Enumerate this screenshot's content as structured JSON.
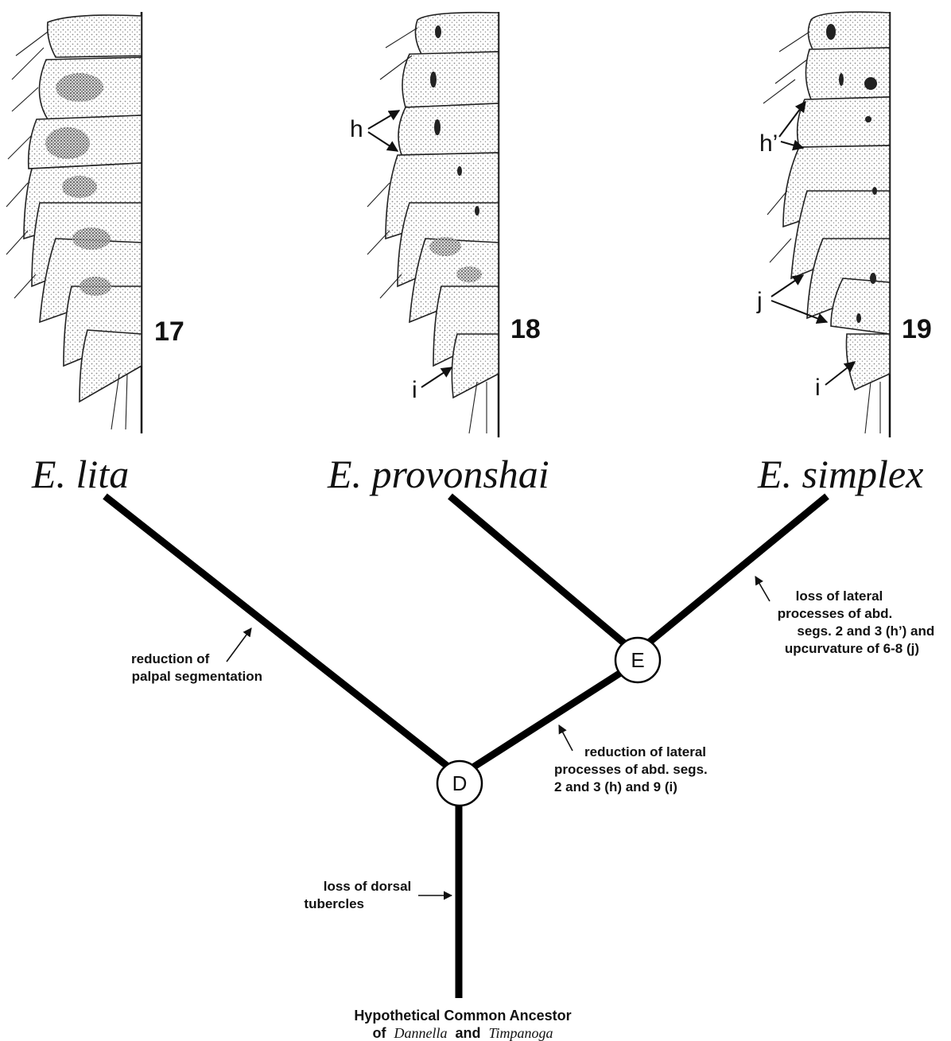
{
  "figures": [
    {
      "number": "17",
      "species": "E. lita"
    },
    {
      "number": "18",
      "species": "E. provonshai"
    },
    {
      "number": "19",
      "species": "E. simplex"
    }
  ],
  "structure_labels": {
    "h": "h",
    "h_prime": "h’",
    "i": "i",
    "j": "j"
  },
  "nodes": {
    "D": "D",
    "E": "E"
  },
  "annotations": {
    "lita_branch": [
      "reduction of",
      "palpal segmentation"
    ],
    "D_to_E": [
      "reduction of lateral",
      "processes of abd. segs.",
      "2 and 3 (h) and 9 (i)"
    ],
    "simplex_branch": [
      "loss of lateral",
      "processes of abd.",
      "segs. 2 and 3 (h’) and",
      "upcurvature of 6-8 (j)"
    ],
    "root_branch": [
      "loss of dorsal",
      "tubercles"
    ]
  },
  "ancestor": {
    "line1": "Hypothetical Common Ancestor",
    "of": "of",
    "genus1": "Dannella",
    "and": "and",
    "genus2": "Timpanoga"
  },
  "colors": {
    "ink": "#111111",
    "stipple": "#9a9a9a",
    "paper": "#ffffff"
  }
}
